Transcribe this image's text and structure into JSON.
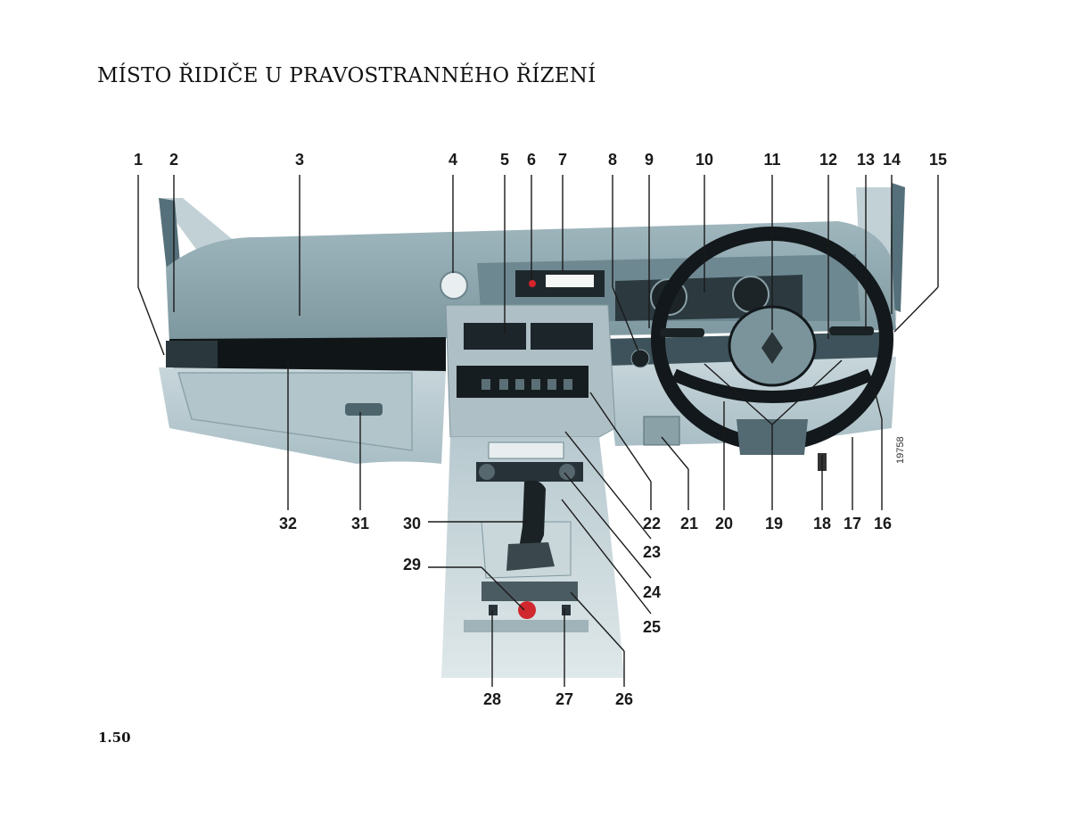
{
  "page": {
    "title": "MÍSTO ŘIDIČE U PRAVOSTRANNÉHO ŘÍZENÍ",
    "page_number": "1.50",
    "figure_code": "19758"
  },
  "callouts": {
    "top": [
      "1",
      "2",
      "3",
      "4",
      "5",
      "6",
      "7",
      "8",
      "9",
      "10",
      "11",
      "12",
      "13",
      "14",
      "15"
    ],
    "bottom": [
      "32",
      "31",
      "30",
      "29",
      "28",
      "27",
      "26",
      "25",
      "24",
      "23",
      "22",
      "21",
      "20",
      "19",
      "18",
      "17",
      "16"
    ]
  },
  "colors": {
    "dash_light": "#bccdd3",
    "dash_mid": "#8ea6ae",
    "dash_dark": "#5c7780",
    "black_trim": "#101518"
  }
}
